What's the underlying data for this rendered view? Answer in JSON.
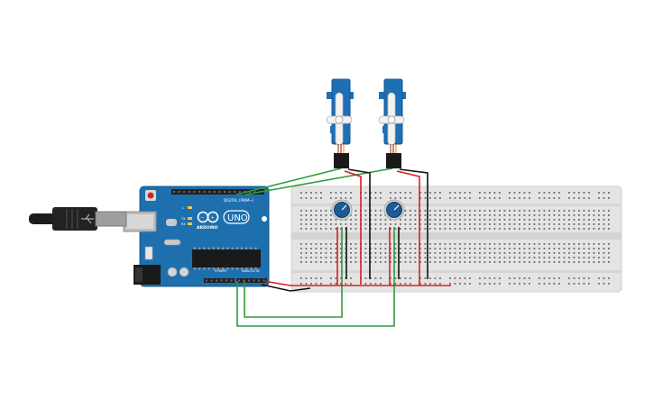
{
  "board": {
    "brand": "ARDUINO",
    "model": "UNO",
    "labels": {
      "digital": "DIGITAL (PWM~)",
      "power": "POWER",
      "analog": "ANALOG IN",
      "tx": "TX",
      "rx": "RX",
      "l": "L"
    }
  },
  "colors": {
    "board": "#1e6fae",
    "board_dark": "#155a8f",
    "servo": "#1f6fb5",
    "wire_green": "#2e9d3a",
    "wire_red": "#d62020",
    "wire_black": "#111111",
    "breadboard": "#e6e6e6",
    "pot_knob": "#1d5b96"
  },
  "components": {
    "usb_cable": "usb-b-cable",
    "servos": [
      "servo-1",
      "servo-2"
    ],
    "potentiometers": [
      "potentiometer-1",
      "potentiometer-2"
    ]
  }
}
